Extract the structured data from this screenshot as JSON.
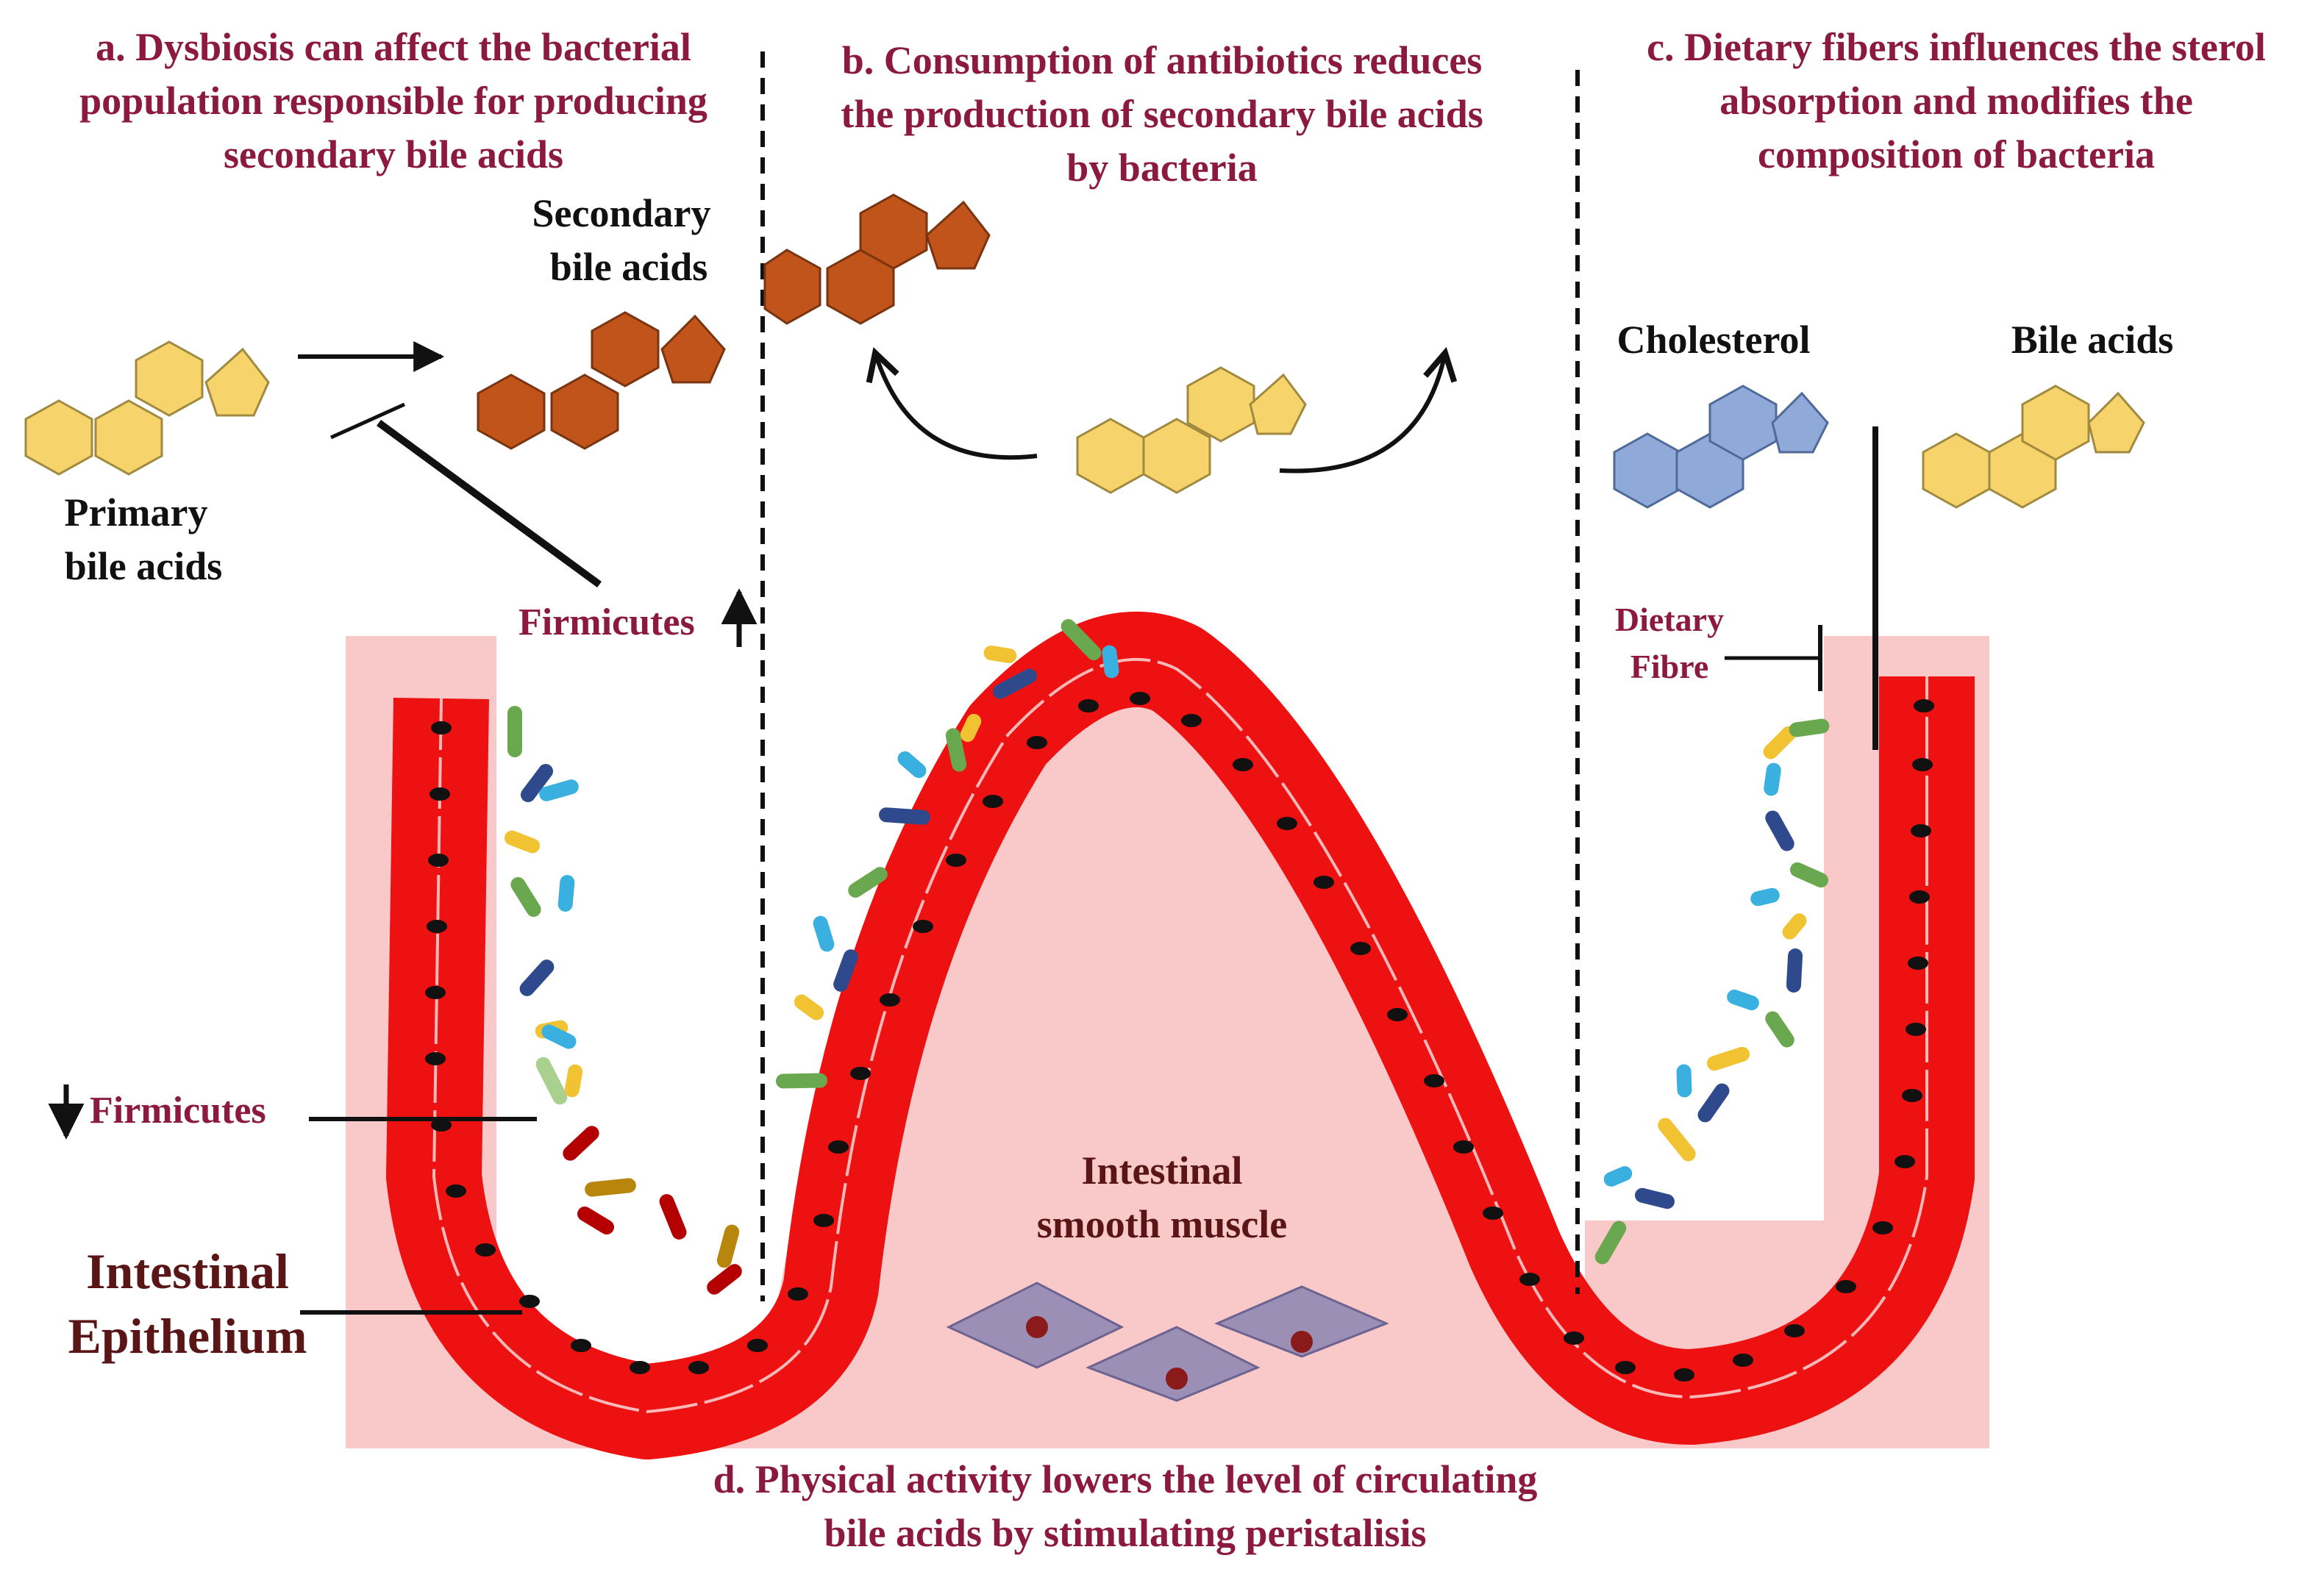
{
  "panel_a": {
    "caption": [
      "a. Dysbiosis can affect the bacterial",
      "population responsible for producing",
      "secondary bile acids"
    ],
    "primary_label": [
      "Primary",
      "bile acids"
    ],
    "secondary_label": [
      "Secondary",
      "bile acids"
    ],
    "firmicutes_up": "Firmicutes",
    "firmicutes_down": "Firmicutes"
  },
  "panel_b": {
    "caption": [
      "b. Consumption of antibiotics reduces",
      "the production of secondary bile acids",
      "by bacteria"
    ]
  },
  "panel_c": {
    "caption": [
      "c. Dietary fibers influences the sterol",
      "absorption and modifies the",
      "composition of bacteria"
    ],
    "cholesterol_label": "Cholesterol",
    "bile_acids_label": "Bile acids",
    "fibre_label": [
      "Dietary",
      "Fibre"
    ]
  },
  "panel_d": {
    "caption": [
      "d. Physical activity lowers the level of circulating",
      "bile acids by stimulating peristalisis"
    ],
    "muscle_label": [
      "Intestinal",
      "smooth muscle"
    ]
  },
  "epithelium_label": [
    "Intestinal",
    "Epithelium"
  ],
  "colors": {
    "tissue_pink": "#f9c9c9",
    "cell_red": "#ee1111",
    "primary_bile_acid": "#f7d36b",
    "secondary_bile_acid": "#c0541a",
    "cholesterol": "#8fa9d9",
    "caption_text": "#8b1a3e",
    "muscle_cell": "#9b8fb5"
  }
}
